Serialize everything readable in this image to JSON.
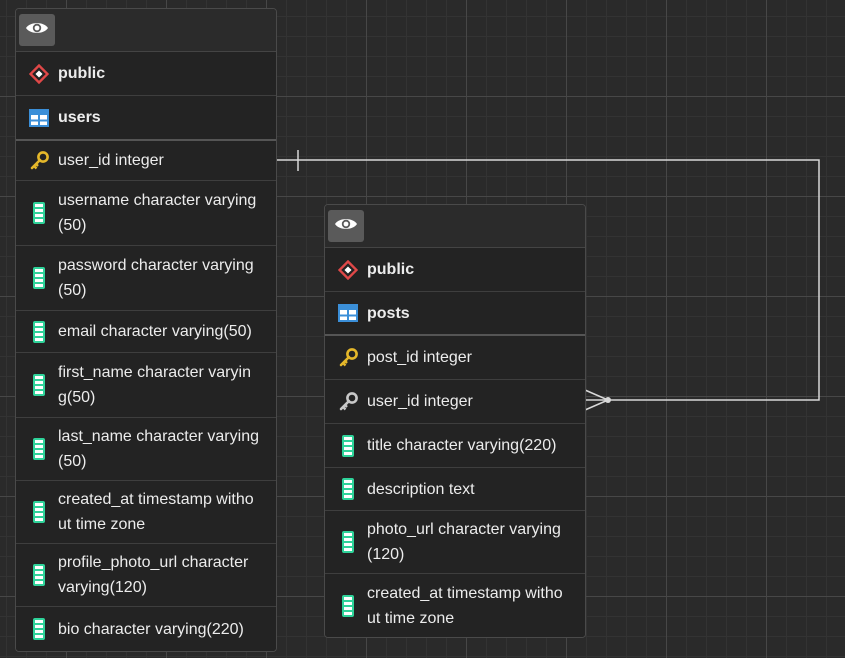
{
  "colors": {
    "canvas": "#2a2a2a",
    "relation_line": "#d8d8d8",
    "schema_icon": "#e04848",
    "table_icon": "#3b8fd8",
    "column_icon": "#2fd39a",
    "key_icon": "#e5b82a",
    "fk_key_icon": "#c8c8c8"
  },
  "tables": [
    {
      "schema": "public",
      "name": "users",
      "columns": [
        {
          "text": "user_id integer",
          "icon": "primary-key-icon"
        },
        {
          "text": "username character varying\n(50)",
          "icon": "column-icon"
        },
        {
          "text": "password character varying\n(50)",
          "icon": "column-icon"
        },
        {
          "text": "email character varying(50)",
          "icon": "column-icon"
        },
        {
          "text": "first_name character varyin\ng(50)",
          "icon": "column-icon"
        },
        {
          "text": "last_name character varying\n(50)",
          "icon": "column-icon"
        },
        {
          "text": "created_at timestamp witho\nut time zone",
          "icon": "column-icon"
        },
        {
          "text": "profile_photo_url character\nvarying(120)",
          "icon": "column-icon"
        },
        {
          "text": "bio character varying(220)",
          "icon": "column-icon"
        }
      ]
    },
    {
      "schema": "public",
      "name": "posts",
      "columns": [
        {
          "text": "post_id integer",
          "icon": "primary-key-icon"
        },
        {
          "text": "user_id integer",
          "icon": "foreign-key-icon"
        },
        {
          "text": "title character varying(220)",
          "icon": "column-icon"
        },
        {
          "text": "description text",
          "icon": "column-icon"
        },
        {
          "text": "photo_url character varying\n(120)",
          "icon": "column-icon"
        },
        {
          "text": "created_at timestamp witho\nut time zone",
          "icon": "column-icon"
        }
      ]
    }
  ]
}
